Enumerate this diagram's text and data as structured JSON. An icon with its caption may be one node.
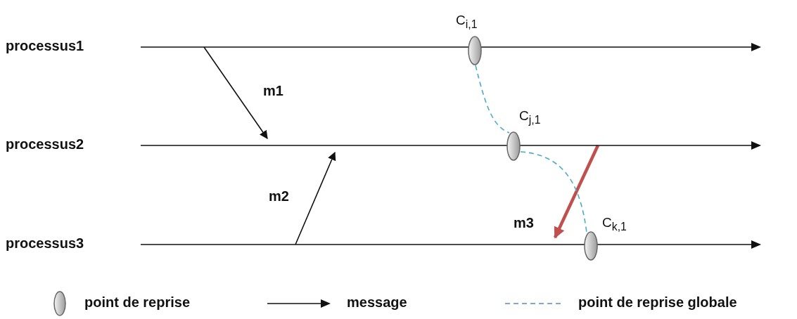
{
  "diagram": {
    "nodes": [
      {
        "text": [
          "processus1"
        ]
      },
      {
        "text": [
          "processus2"
        ]
      },
      {
        "text": [
          "processus3"
        ]
      },
      {
        "text": [
          "C$_{i,1}$"
        ]
      },
      {
        "text": [
          "C$_{j,1}$"
        ]
      },
      {
        "text": [
          "C$_{k,1}$"
        ]
      }
    ],
    "edges": [
      {
        "from": 0,
        "to": 1,
        "arrow": "to",
        "label": "m1"
      },
      {
        "from": 2,
        "to": 1,
        "arrow": "to",
        "label": "m2"
      },
      {
        "from": 1,
        "to": 2,
        "arrow": "to",
        "label": "m3",
        "style": "thick",
        "color": "#c0504d"
      },
      {
        "from": 3,
        "to": 4,
        "arrow": "none",
        "style": "dashed",
        "color": "#4bacc6"
      },
      {
        "from": 4,
        "to": 5,
        "arrow": "none",
        "style": "dashed",
        "color": "#4bacc6"
      }
    ],
    "legend": [
      {
        "text": "point de reprise"
      },
      {
        "text": "message"
      },
      {
        "text": "point de reprise globale"
      }
    ]
  }
}
